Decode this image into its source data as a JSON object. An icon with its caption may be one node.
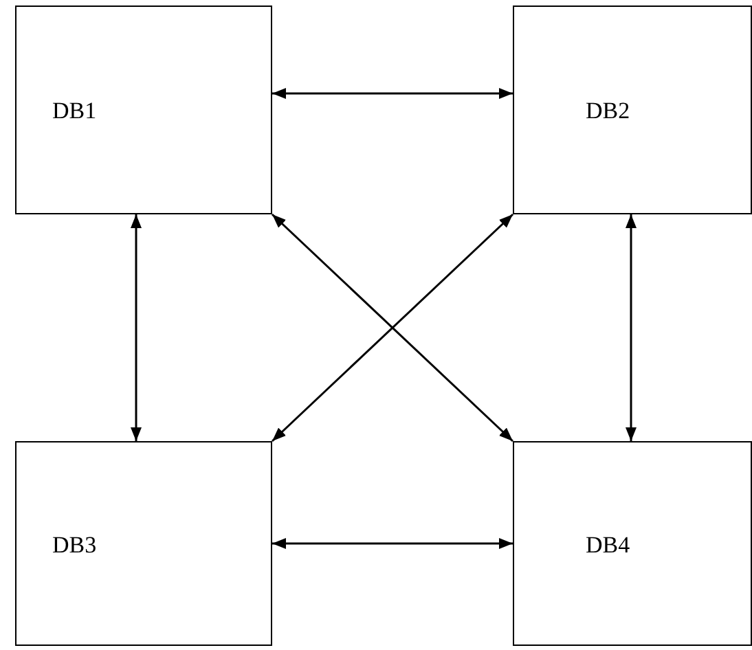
{
  "diagram": {
    "nodes": [
      {
        "text": [
          "DB1"
        ]
      },
      {
        "text": [
          "DB2"
        ]
      },
      {
        "text": [
          "DB3"
        ]
      },
      {
        "text": [
          "DB4"
        ]
      }
    ],
    "edges": [
      {
        "from": 0,
        "to": 1,
        "arrow": "both"
      },
      {
        "from": 0,
        "to": 2,
        "arrow": "both"
      },
      {
        "from": 0,
        "to": 3,
        "arrow": "both"
      },
      {
        "from": 1,
        "to": 2,
        "arrow": "both"
      },
      {
        "from": 1,
        "to": 3,
        "arrow": "both"
      },
      {
        "from": 2,
        "to": 3,
        "arrow": "both"
      }
    ]
  }
}
